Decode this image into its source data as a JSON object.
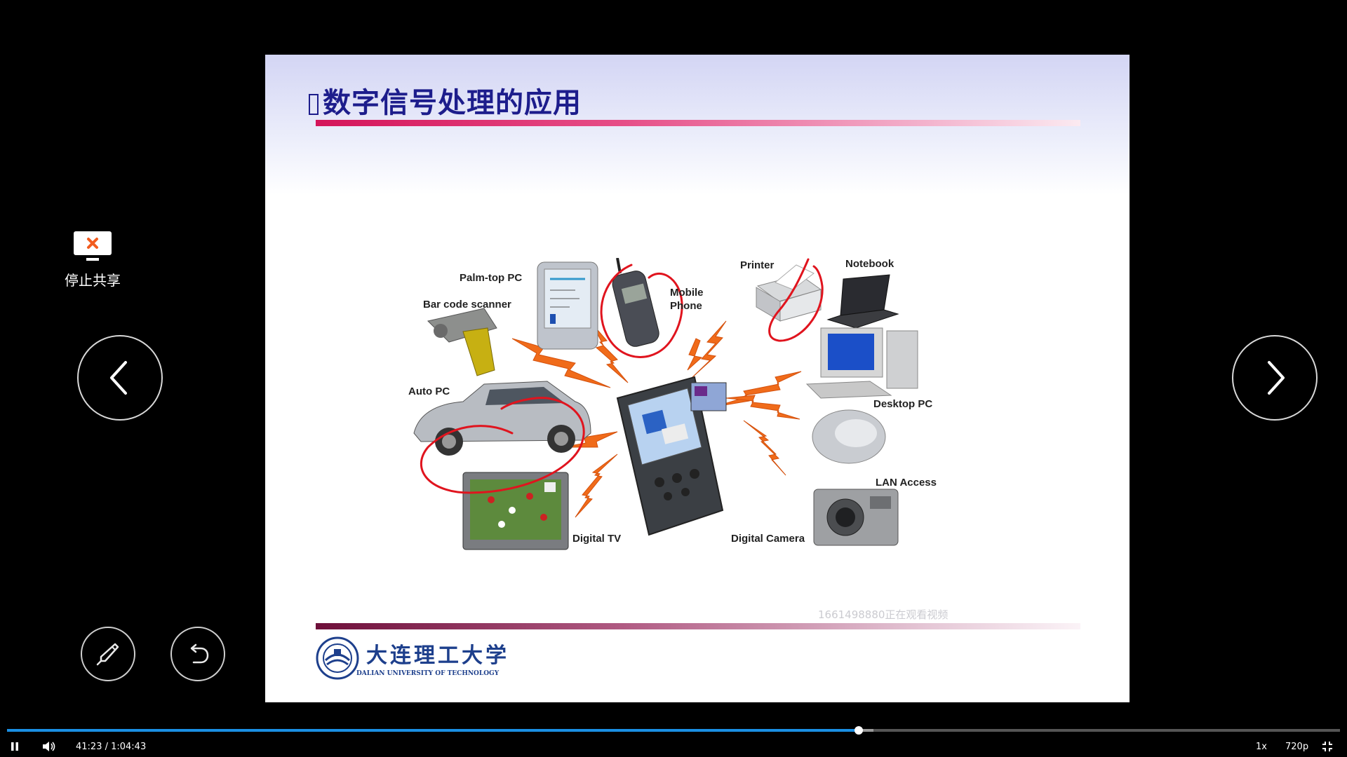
{
  "slide": {
    "title": "数字信号处理的应用",
    "watermark": "1661498880正在观看视频",
    "logo": {
      "cn": "大连理工大学",
      "en": "DALIAN UNIVERSITY OF TECHNOLOGY"
    },
    "diagram_labels": {
      "palmtop": "Palm-top PC",
      "barcode": "Bar code scanner",
      "mobile": "Mobile Phone",
      "printer": "Printer",
      "notebook": "Notebook",
      "desktop": "Desktop PC",
      "auto": "Auto PC",
      "lan": "LAN Access",
      "tv": "Digital TV",
      "camera": "Digital Camera"
    }
  },
  "overlay": {
    "stop_share_label": "停止共享",
    "icons": {
      "stop_share": "screen-close-icon",
      "prev": "chevron-left-icon",
      "next": "chevron-right-icon",
      "pen": "pen-icon",
      "undo": "undo-icon"
    }
  },
  "player": {
    "time": "41:23 / 1:04:43",
    "speed": "1x",
    "quality": "720p",
    "progress_fraction": 0.639,
    "buffer_fraction": 0.65,
    "icons": {
      "play": "pause-icon",
      "volume": "volume-icon",
      "fullscreen": "exit-fullscreen-icon"
    },
    "colors": {
      "progress": "#1a8fe3",
      "annotation": "#e0141e"
    }
  }
}
